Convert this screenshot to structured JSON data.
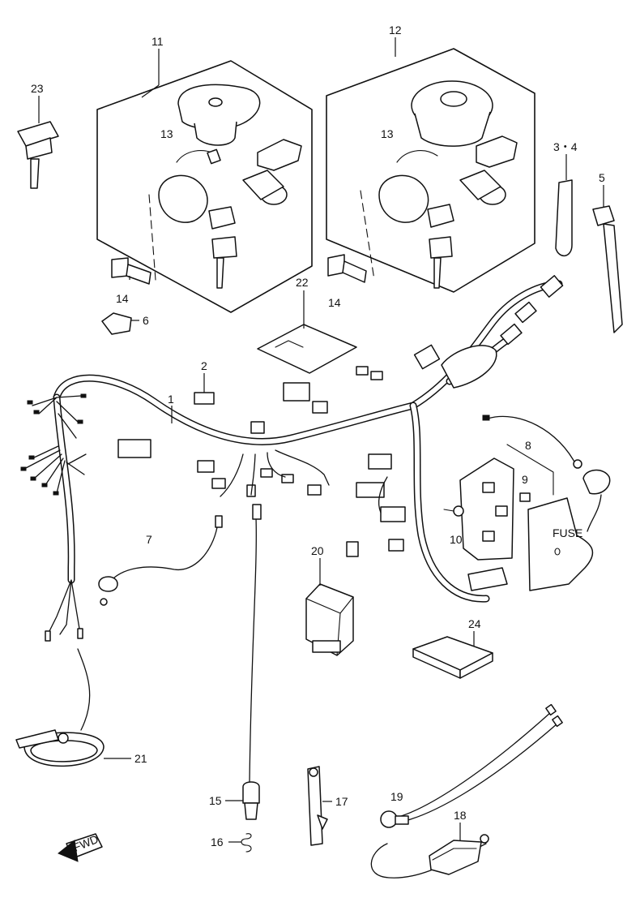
{
  "callouts": {
    "c1": "1",
    "c2": "2",
    "c3_4": "3・4",
    "c5": "5",
    "c6": "6",
    "c7": "7",
    "c8": "8",
    "c9": "9",
    "c10": "10",
    "c11": "11",
    "c12": "12",
    "c13a": "13",
    "c13b": "13",
    "c14a": "14",
    "c14b": "14",
    "c15": "15",
    "c16": "16",
    "c17": "17",
    "c18": "18",
    "c19": "19",
    "c20": "20",
    "c21": "21",
    "c22": "22",
    "c23": "23",
    "c24": "24"
  },
  "fuse_cover_text": "FUSE",
  "direction_arrow_text": "FWD"
}
